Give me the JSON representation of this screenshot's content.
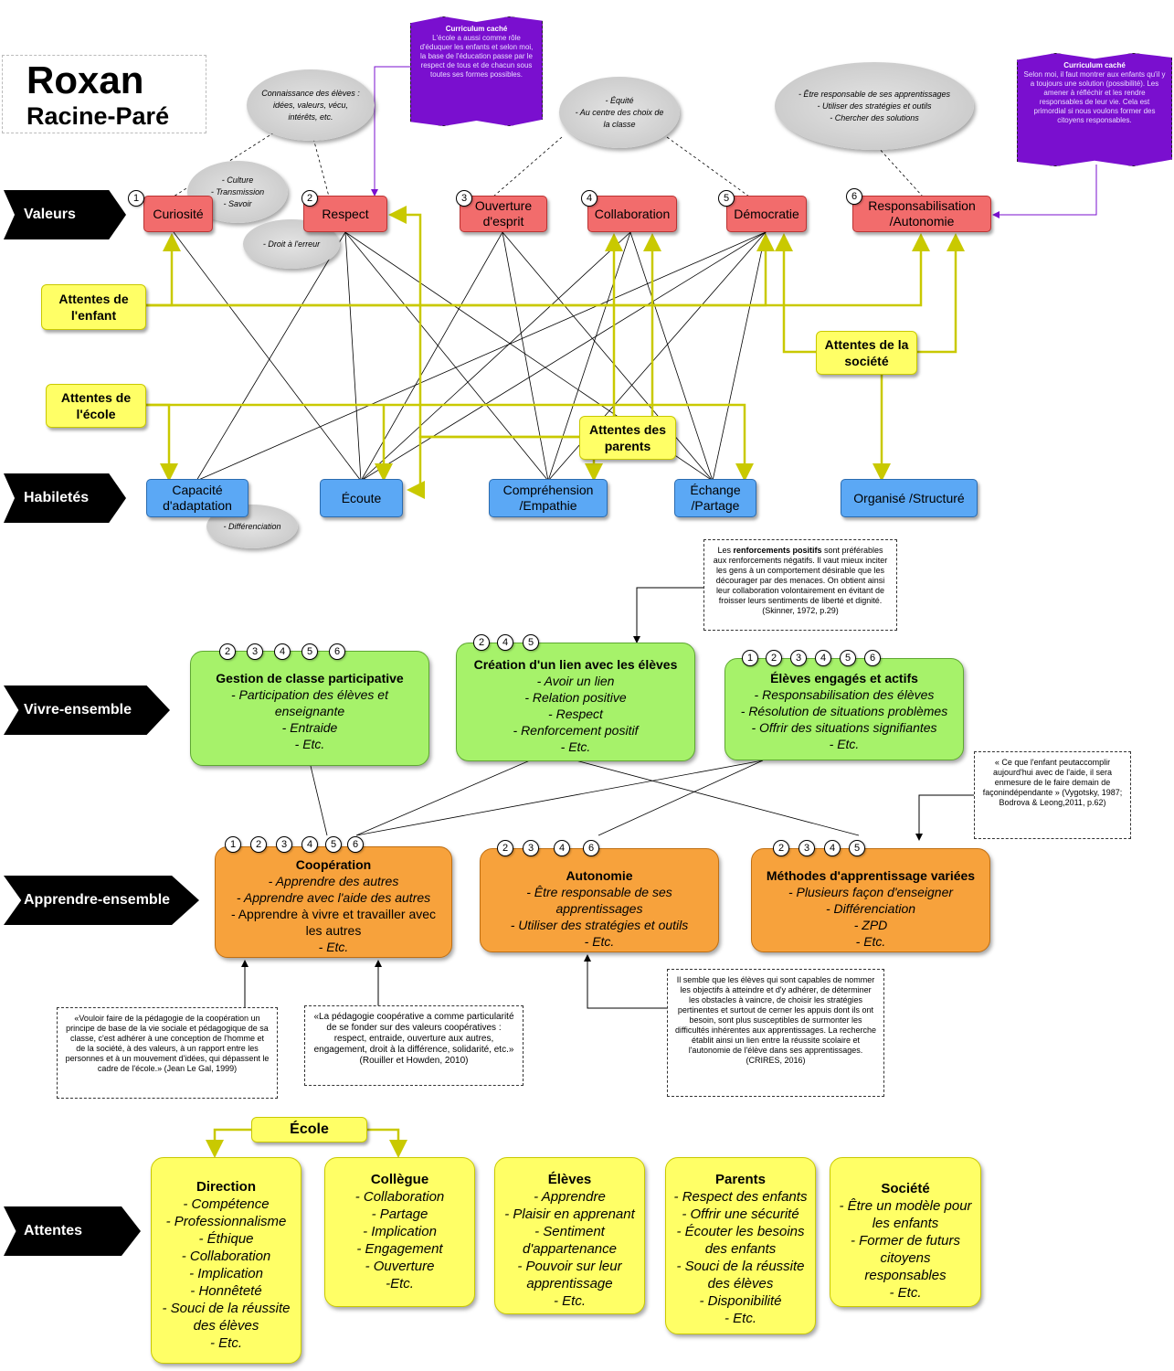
{
  "author": {
    "first_name": "Roxan",
    "last_name": "Racine-Paré"
  },
  "row_labels": {
    "valeurs": "Valeurs",
    "habiletes": "Habiletés",
    "vivre": "Vivre-ensemble",
    "apprendre": "Apprendre-ensemble",
    "attentes": "Attentes"
  },
  "valeurs": [
    {
      "num": "1",
      "label": "Curiosité"
    },
    {
      "num": "2",
      "label": "Respect"
    },
    {
      "num": "3",
      "label": "Ouverture d'esprit"
    },
    {
      "num": "4",
      "label": "Collaboration"
    },
    {
      "num": "5",
      "label": "Démocratie"
    },
    {
      "num": "6",
      "label": "Responsabilisation /Autonomie"
    }
  ],
  "habiletes": [
    "Capacité d'adaptation",
    "Écoute",
    "Compréhension /Empathie",
    "Échange /Partage",
    "Organisé /Structuré"
  ],
  "attentes_small": {
    "enfant": "Attentes de l'enfant",
    "ecole": "Attentes de l'école",
    "parents": "Attentes des parents",
    "societe": "Attentes de la société"
  },
  "clouds": {
    "connaissance": "Connaissance des élèves : idées, valeurs, vécu, intérêts, etc.",
    "culture": [
      "- Culture",
      "- Transmission",
      "- Savoir"
    ],
    "droit": "- Droit à l'erreur",
    "equite": [
      "- Équité",
      "- Au centre des choix de la classe"
    ],
    "responsable": [
      "- Être responsable de ses apprentissages",
      "- Utiliser des stratégies et outils",
      "- Chercher des solutions"
    ],
    "differenciation": "- Différenciation"
  },
  "flags": {
    "left": {
      "title": "Curriculum caché",
      "text": "L'école a aussi comme rôle d'éduquer les enfants et selon moi, la base de l'éducation passe par le respect de tous et de chacun sous toutes ses formes possibles."
    },
    "right": {
      "title": "Curriculum caché",
      "text": "Selon moi, il faut montrer aux enfants qu'il y a toujours une solution (possibilité). Les amener à réfléchir et les rendre responsables de leur vie. Cela est primordial si nous voulons former des citoyens responsables."
    }
  },
  "vivre": [
    {
      "nums": [
        "2",
        "3",
        "4",
        "5",
        "6"
      ],
      "title": "Gestion de classe participative",
      "items": [
        "- Participation des élèves et enseignante",
        "- Entraide",
        "- Etc."
      ]
    },
    {
      "nums": [
        "2",
        "4",
        "5"
      ],
      "title": "Création d'un lien avec les élèves",
      "items": [
        "- Avoir un lien",
        "- Relation positive",
        "- Respect",
        "- Renforcement positif",
        "- Etc."
      ]
    },
    {
      "nums": [
        "1",
        "2",
        "3",
        "4",
        "5",
        "6"
      ],
      "title": "Élèves engagés et actifs",
      "items": [
        "- Responsabilisation des élèves",
        "- Résolution de situations problèmes",
        "- Offrir des situations signifiantes",
        "- Etc."
      ]
    }
  ],
  "apprendre": [
    {
      "nums": [
        "1",
        "2",
        "3",
        "4",
        "5",
        "6"
      ],
      "title": "Coopération",
      "items": [
        "- Apprendre des autres",
        "- Apprendre avec l'aide des autres"
      ],
      "plain": "- Apprendre à vivre et travailler avec les autres",
      "end": "- Etc."
    },
    {
      "nums": [
        "2",
        "3",
        "4",
        "6"
      ],
      "title": "Autonomie",
      "items": [
        "- Être responsable de ses apprentissages",
        "- Utiliser des stratégies et outils",
        "- Etc."
      ]
    },
    {
      "nums": [
        "2",
        "3",
        "4",
        "5"
      ],
      "title": "Méthodes d'apprentissage variées",
      "items": [
        "- Plusieurs façon d'enseigner",
        "- Différenciation",
        "- ZPD",
        "- Etc."
      ]
    }
  ],
  "quotes": {
    "skinner_pre": "Les ",
    "skinner_bold": "renforcements positifs",
    "skinner_post": " sont préférables aux renforcements négatifs. Il vaut mieux inciter les gens à un comportement désirable que les décourager par des menaces. On obtient ainsi leur collaboration volontairement en évitant de froisser leurs sentiments de liberté et dignité. (Skinner, 1972, p.29)",
    "vygotsky": "« Ce que l'enfant peutaccomplir aujourd'hui avec de l'aide, il sera enmesure de le faire demain de façonindépendante » (Vygotsky, 1987; Bodrova & Leong,2011, p.62)",
    "legal": "«Vouloir faire de la pédagogie de la coopération un principe de base de la vie sociale et pédagogique de sa classe, c'est adhérer à une conception de l'homme et de la société, à des valeurs, à un rapport entre les personnes et à un mouvement d'idées, qui dépassent le cadre de l'école.» (Jean Le Gal, 1999)",
    "rouiller": "«La pédagogie coopérative a comme particularité de se fonder sur des valeurs coopératives : respect, entraide, ouverture aux autres, engagement, droit à la différence, solidarité, etc.» (Rouiller et Howden, 2010)",
    "crires": "Il semble que les élèves qui sont capables de nommer les objectifs à atteindre et d'y adhérer, de déterminer les obstacles à vaincre, de choisir les stratégies pertinentes et surtout de cerner les appuis dont ils ont besoin, sont plus susceptibles de surmonter les difficultés inhérentes aux apprentissages. La recherche établit ainsi un lien entre la réussite scolaire et l'autonomie de l'élève dans ses apprentissages. (CRIRES, 2016)"
  },
  "ecole_label": "École",
  "attentes_big": [
    {
      "title": "Direction",
      "items": [
        "- Compétence",
        "- Professionnalisme",
        "- Éthique",
        "- Collaboration",
        "- Implication",
        "- Honnêteté",
        "- Souci de la réussite des élèves",
        "- Etc."
      ]
    },
    {
      "title": "Collègue",
      "items": [
        "- Collaboration",
        "- Partage",
        "- Implication",
        "- Engagement",
        "- Ouverture",
        "-Etc."
      ]
    },
    {
      "title": "Élèves",
      "items": [
        "- Apprendre",
        "- Plaisir en apprenant",
        "- Sentiment d'appartenance",
        "- Pouvoir sur leur apprentissage",
        "- Etc."
      ]
    },
    {
      "title": "Parents",
      "items": [
        "- Respect des enfants",
        "- Offrir une sécurité",
        "- Écouter les besoins des enfants",
        "- Souci de la réussite des élèves",
        "- Disponibilité",
        "- Etc."
      ]
    },
    {
      "title": "Société",
      "items": [
        "- Être un modèle pour les enfants",
        "- Former de futurs citoyens responsables",
        "- Etc."
      ]
    }
  ],
  "colors": {
    "valeur": "#f26c6c",
    "habilete": "#5ba8f5",
    "vivre": "#a6f26a",
    "apprendre": "#f7a23c",
    "attente": "#ffff66",
    "connector": "#c9c900",
    "flag": "#7a0fcf"
  }
}
